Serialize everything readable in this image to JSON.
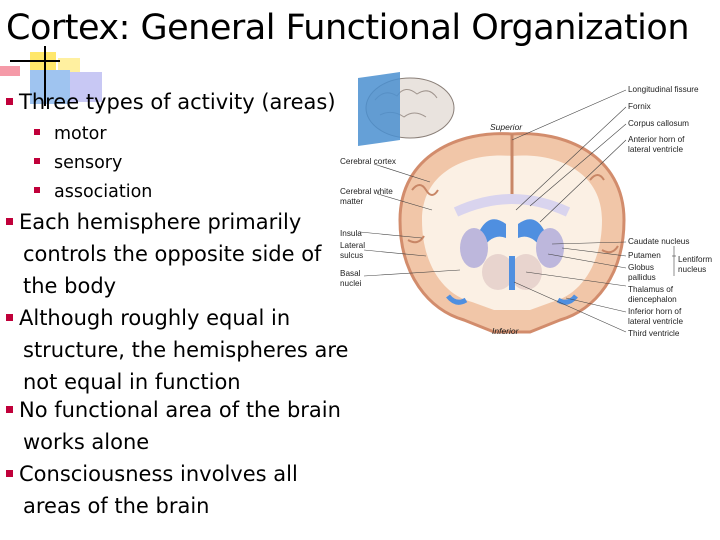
{
  "slide": {
    "title": "Cortex: General Functional Organization",
    "bullet_color": "#c0003a",
    "intro": "Three types of activity (areas)",
    "sub_items": [
      "motor",
      "sensory",
      "association"
    ],
    "points": [
      [
        "Each hemisphere primarily",
        "controls the opposite side of",
        "the body"
      ],
      [
        "Although roughly equal in",
        "structure, the hemispheres are",
        "not equal in function"
      ],
      [
        "No functional area of the brain",
        "works alone"
      ],
      [
        "Consciousness involves all",
        "areas of the brain"
      ]
    ]
  },
  "figure": {
    "left_labels": [
      "Cerebral cortex",
      "Cerebral white",
      "matter",
      "Insula",
      "Lateral",
      "sulcus",
      "Basal",
      "nuclei"
    ],
    "orientation": {
      "superior": "Superior",
      "inferior": "Inferior"
    },
    "right_labels": [
      "Longitudinal fissure",
      "Fornix",
      "Corpus callosum",
      "Anterior horn of",
      "lateral ventricle",
      "Caudate nucleus",
      "Putamen",
      "Globus",
      "pallidus",
      "Thalamus of",
      "diencephalon",
      "Inferior horn of",
      "lateral ventricle",
      "Third ventricle"
    ],
    "lentiform": [
      "Lentiform",
      "nucleus"
    ]
  }
}
